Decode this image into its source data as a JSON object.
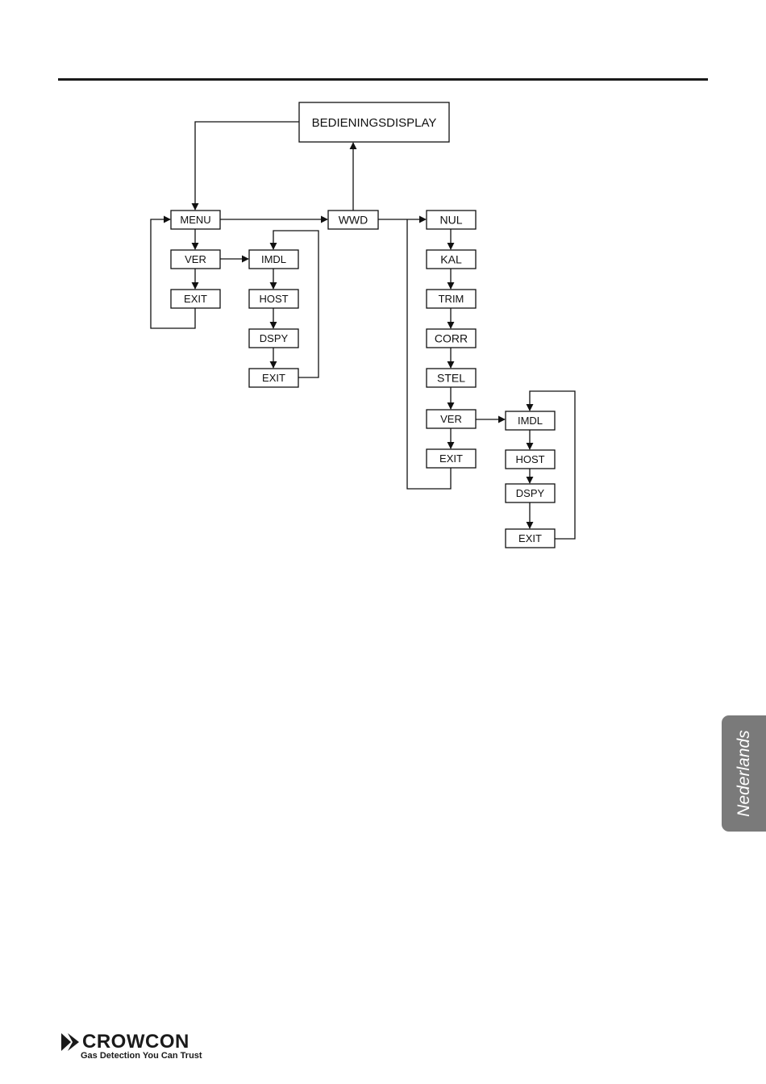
{
  "diagram": {
    "nodes": {
      "display": "BEDIENINGSDISPLAY",
      "menu": "MENU",
      "wwd": "WWD",
      "ver1": "VER",
      "exit1": "EXIT",
      "imdl1": "IMDL",
      "host1": "HOST",
      "dspy1": "DSPY",
      "exit2": "EXIT",
      "nul": "NUL",
      "kal": "KAL",
      "trim": "TRIM",
      "corr": "CORR",
      "stel": "STEL",
      "ver2": "VER",
      "exit3": "EXIT",
      "imdl2": "IMDL",
      "host2": "HOST",
      "dspy2": "DSPY",
      "exit4": "EXIT"
    },
    "edges": [
      [
        "display",
        "menu"
      ],
      [
        "menu",
        "wwd"
      ],
      [
        "wwd",
        "display"
      ],
      [
        "menu",
        "ver1"
      ],
      [
        "ver1",
        "exit1"
      ],
      [
        "exit1",
        "menu"
      ],
      [
        "ver1",
        "imdl1"
      ],
      [
        "imdl1",
        "host1"
      ],
      [
        "host1",
        "dspy1"
      ],
      [
        "dspy1",
        "exit2"
      ],
      [
        "exit2",
        "imdl1"
      ],
      [
        "wwd",
        "nul"
      ],
      [
        "nul",
        "kal"
      ],
      [
        "kal",
        "trim"
      ],
      [
        "trim",
        "corr"
      ],
      [
        "corr",
        "stel"
      ],
      [
        "stel",
        "ver2"
      ],
      [
        "ver2",
        "exit3"
      ],
      [
        "exit3",
        "nul"
      ],
      [
        "ver2",
        "imdl2"
      ],
      [
        "imdl2",
        "host2"
      ],
      [
        "host2",
        "dspy2"
      ],
      [
        "dspy2",
        "exit4"
      ],
      [
        "exit4",
        "imdl2"
      ]
    ]
  },
  "side_tab": {
    "label": "Nederlands"
  },
  "footer": {
    "brand": "CROWCON",
    "tagline": "Gas Detection You Can Trust"
  }
}
